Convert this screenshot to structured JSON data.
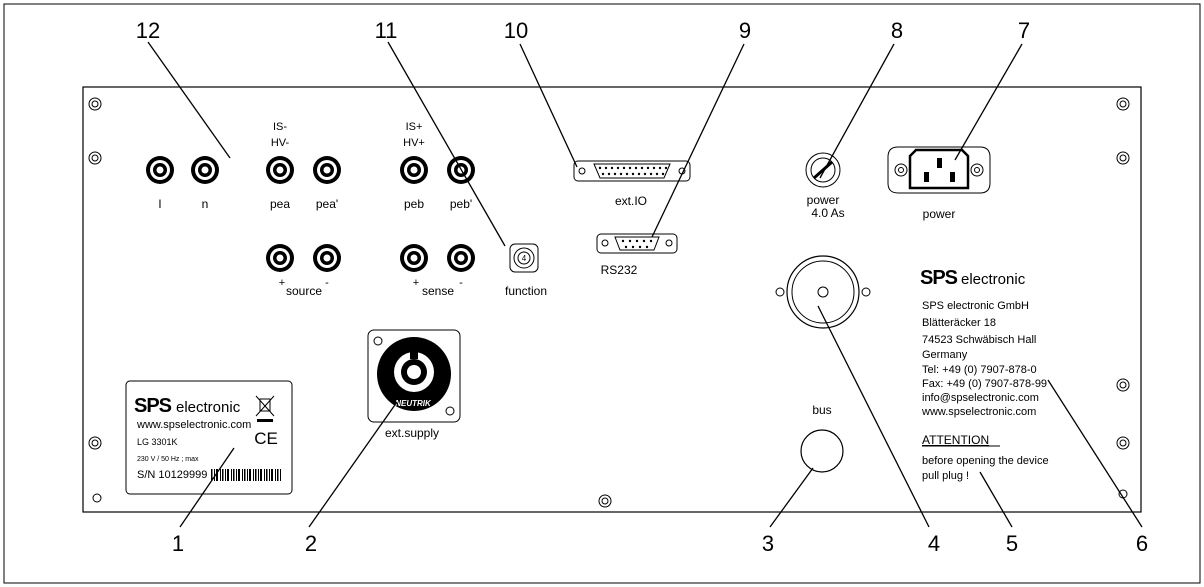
{
  "callouts": [
    "1",
    "2",
    "3",
    "4",
    "5",
    "6",
    "7",
    "8",
    "9",
    "10",
    "11",
    "12"
  ],
  "connectors": {
    "l": "l",
    "n": "n",
    "is_minus": "IS-",
    "hv_minus": "HV-",
    "pea": "pea",
    "pea_prime": "pea'",
    "is_plus": "IS+",
    "hv_plus": "HV+",
    "peb": "peb",
    "peb_prime": "peb'",
    "plus": "+",
    "minus": "-",
    "source": "source",
    "sense": "sense",
    "function": "function",
    "ext_io": "ext.IO",
    "rs232": "RS232",
    "power_fuse_line1": "power",
    "power_fuse_line2": "4.0 As",
    "power": "power",
    "ext_supply": "ext.supply",
    "neutrik": "NEUTRIK",
    "bus": "bus"
  },
  "company": {
    "logo_text": "SPS",
    "brand_word": "electronic",
    "lines": [
      "SPS electronic GmbH",
      "Blätteräcker 18",
      "74523 Schwäbisch Hall",
      "Germany",
      "Tel:  +49 (0) 7907-878-0",
      "Fax: +49 (0) 7907-878-99",
      "info@spselectronic.com",
      "www.spselectronic.com"
    ]
  },
  "attention": {
    "title": "ATTENTION",
    "line1": "before opening the device",
    "line2": "pull plug !"
  },
  "type_plate": {
    "logo_text": "SPS",
    "brand_word": "electronic",
    "website": "www.spselectronic.com",
    "model": "LG 3301K",
    "rating": "230 V / 50 Hz ; max",
    "serial": "S/N 10129999",
    "ce_mark": "CE"
  }
}
